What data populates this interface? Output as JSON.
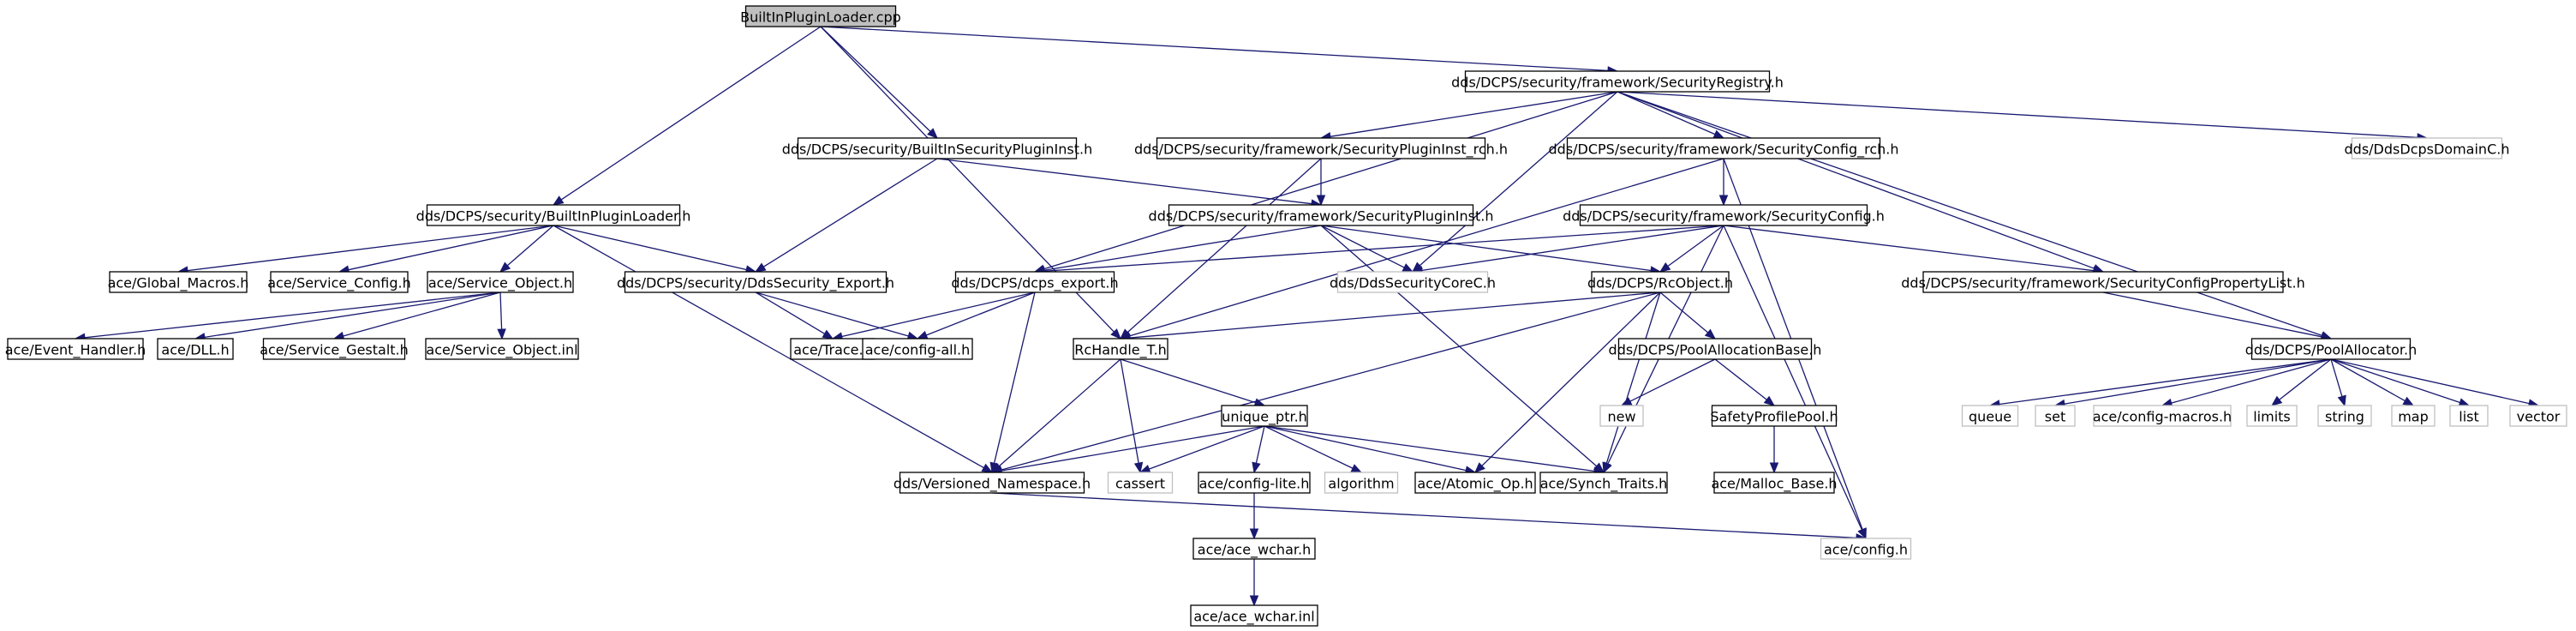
{
  "colors": {
    "edge": "#191970",
    "root_fill": "#bfbfbf",
    "node_border": "#000000",
    "external_border": "#bfbfbf"
  },
  "nodes": [
    {
      "id": "root",
      "label": "BuiltInPluginLoader.cpp",
      "kind": "root"
    },
    {
      "id": "securityregistry_h",
      "label": "dds/DCPS/security/framework/SecurityRegistry.h",
      "kind": "normal"
    },
    {
      "id": "builtinsecuritypluginst_h",
      "label": "dds/DCPS/security/BuiltInSecurityPluginInst.h",
      "kind": "normal"
    },
    {
      "id": "securitypluginst_rch_h",
      "label": "dds/DCPS/security/framework/SecurityPluginInst_rch.h",
      "kind": "normal"
    },
    {
      "id": "securityconfig_rch_h",
      "label": "dds/DCPS/security/framework/SecurityConfig_rch.h",
      "kind": "normal"
    },
    {
      "id": "ddsdcpsdomainc_h",
      "label": "dds/DdsDcpsDomainC.h",
      "kind": "external"
    },
    {
      "id": "builtinpluginloader_h",
      "label": "dds/DCPS/security/BuiltInPluginLoader.h",
      "kind": "normal"
    },
    {
      "id": "securitypluginst_h",
      "label": "dds/DCPS/security/framework/SecurityPluginInst.h",
      "kind": "normal"
    },
    {
      "id": "securityconfig_h",
      "label": "dds/DCPS/security/framework/SecurityConfig.h",
      "kind": "normal"
    },
    {
      "id": "global_macros_h",
      "label": "ace/Global_Macros.h",
      "kind": "normal"
    },
    {
      "id": "service_config_h",
      "label": "ace/Service_Config.h",
      "kind": "normal"
    },
    {
      "id": "service_object_h",
      "label": "ace/Service_Object.h",
      "kind": "normal"
    },
    {
      "id": "ddssecurity_export_h",
      "label": "dds/DCPS/security/DdsSecurity_Export.h",
      "kind": "normal"
    },
    {
      "id": "dcps_export_h",
      "label": "dds/DCPS/dcps_export.h",
      "kind": "normal"
    },
    {
      "id": "ddssecuritycorec_h",
      "label": "dds/DdsSecurityCoreC.h",
      "kind": "external"
    },
    {
      "id": "rcobject_h",
      "label": "dds/DCPS/RcObject.h",
      "kind": "normal"
    },
    {
      "id": "securityconfigpropertylist_h",
      "label": "dds/DCPS/security/framework/SecurityConfigPropertyList.h",
      "kind": "normal"
    },
    {
      "id": "event_handler_h",
      "label": "ace/Event_Handler.h",
      "kind": "normal"
    },
    {
      "id": "dll_h",
      "label": "ace/DLL.h",
      "kind": "normal"
    },
    {
      "id": "service_gestalt_h",
      "label": "ace/Service_Gestalt.h",
      "kind": "normal"
    },
    {
      "id": "service_object_inl",
      "label": "ace/Service_Object.inl",
      "kind": "normal"
    },
    {
      "id": "trace_h",
      "label": "ace/Trace.h",
      "kind": "normal"
    },
    {
      "id": "config_all_h",
      "label": "ace/config-all.h",
      "kind": "normal"
    },
    {
      "id": "rchandle_t_h",
      "label": "RcHandle_T.h",
      "kind": "normal"
    },
    {
      "id": "poolallocationbase_h",
      "label": "dds/DCPS/PoolAllocationBase.h",
      "kind": "normal"
    },
    {
      "id": "poolallocator_h",
      "label": "dds/DCPS/PoolAllocator.h",
      "kind": "normal"
    },
    {
      "id": "unique_ptr_h",
      "label": "unique_ptr.h",
      "kind": "normal"
    },
    {
      "id": "new",
      "label": "new",
      "kind": "external"
    },
    {
      "id": "safetyprofilepool_h",
      "label": "SafetyProfilePool.h",
      "kind": "normal"
    },
    {
      "id": "queue",
      "label": "queue",
      "kind": "external"
    },
    {
      "id": "set",
      "label": "set",
      "kind": "external"
    },
    {
      "id": "config_macros_h",
      "label": "ace/config-macros.h",
      "kind": "external"
    },
    {
      "id": "limits",
      "label": "limits",
      "kind": "external"
    },
    {
      "id": "string",
      "label": "string",
      "kind": "external"
    },
    {
      "id": "map",
      "label": "map",
      "kind": "external"
    },
    {
      "id": "list",
      "label": "list",
      "kind": "external"
    },
    {
      "id": "vector",
      "label": "vector",
      "kind": "external"
    },
    {
      "id": "versioned_namespace_h",
      "label": "dds/Versioned_Namespace.h",
      "kind": "normal"
    },
    {
      "id": "cassert",
      "label": "cassert",
      "kind": "external"
    },
    {
      "id": "config_lite_h",
      "label": "ace/config-lite.h",
      "kind": "normal"
    },
    {
      "id": "algorithm",
      "label": "algorithm",
      "kind": "external"
    },
    {
      "id": "atomic_op_h",
      "label": "ace/Atomic_Op.h",
      "kind": "normal"
    },
    {
      "id": "synch_traits_h",
      "label": "ace/Synch_Traits.h",
      "kind": "normal"
    },
    {
      "id": "malloc_base_h",
      "label": "ace/Malloc_Base.h",
      "kind": "normal"
    },
    {
      "id": "config_h",
      "label": "ace/config.h",
      "kind": "external"
    },
    {
      "id": "ace_wchar_h",
      "label": "ace/ace_wchar.h",
      "kind": "normal"
    },
    {
      "id": "ace_wchar_inl",
      "label": "ace/ace_wchar.inl",
      "kind": "normal"
    }
  ],
  "edges": [
    [
      "root",
      "securityregistry_h"
    ],
    [
      "root",
      "builtinsecuritypluginst_h"
    ],
    [
      "root",
      "builtinpluginloader_h"
    ],
    [
      "root",
      "rchandle_t_h"
    ],
    [
      "securityregistry_h",
      "securitypluginst_rch_h"
    ],
    [
      "securityregistry_h",
      "securityconfig_rch_h"
    ],
    [
      "securityregistry_h",
      "ddsdcpsdomainc_h"
    ],
    [
      "securityregistry_h",
      "dcps_export_h"
    ],
    [
      "securityregistry_h",
      "ddssecuritycorec_h"
    ],
    [
      "securityregistry_h",
      "securityconfigpropertylist_h"
    ],
    [
      "securityregistry_h",
      "poolallocator_h"
    ],
    [
      "builtinsecuritypluginst_h",
      "securitypluginst_h"
    ],
    [
      "builtinsecuritypluginst_h",
      "ddssecurity_export_h"
    ],
    [
      "securitypluginst_rch_h",
      "securitypluginst_h"
    ],
    [
      "securitypluginst_rch_h",
      "rchandle_t_h"
    ],
    [
      "securityconfig_rch_h",
      "securityconfig_h"
    ],
    [
      "securityconfig_rch_h",
      "rchandle_t_h"
    ],
    [
      "securityconfig_rch_h",
      "config_h"
    ],
    [
      "builtinpluginloader_h",
      "global_macros_h"
    ],
    [
      "builtinpluginloader_h",
      "service_config_h"
    ],
    [
      "builtinpluginloader_h",
      "service_object_h"
    ],
    [
      "builtinpluginloader_h",
      "ddssecurity_export_h"
    ],
    [
      "builtinpluginloader_h",
      "versioned_namespace_h"
    ],
    [
      "securitypluginst_h",
      "dcps_export_h"
    ],
    [
      "securitypluginst_h",
      "ddssecuritycorec_h"
    ],
    [
      "securitypluginst_h",
      "rcobject_h"
    ],
    [
      "securitypluginst_h",
      "synch_traits_h"
    ],
    [
      "securityconfig_h",
      "dcps_export_h"
    ],
    [
      "securityconfig_h",
      "ddssecuritycorec_h"
    ],
    [
      "securityconfig_h",
      "rcobject_h"
    ],
    [
      "securityconfig_h",
      "securityconfigpropertylist_h"
    ],
    [
      "securityconfig_h",
      "synch_traits_h"
    ],
    [
      "securityconfig_h",
      "config_h"
    ],
    [
      "service_object_h",
      "event_handler_h"
    ],
    [
      "service_object_h",
      "dll_h"
    ],
    [
      "service_object_h",
      "service_gestalt_h"
    ],
    [
      "service_object_h",
      "service_object_inl"
    ],
    [
      "ddssecurity_export_h",
      "trace_h"
    ],
    [
      "ddssecurity_export_h",
      "config_all_h"
    ],
    [
      "dcps_export_h",
      "trace_h"
    ],
    [
      "dcps_export_h",
      "config_all_h"
    ],
    [
      "dcps_export_h",
      "versioned_namespace_h"
    ],
    [
      "rcobject_h",
      "rchandle_t_h"
    ],
    [
      "rcobject_h",
      "poolallocationbase_h"
    ],
    [
      "rcobject_h",
      "atomic_op_h"
    ],
    [
      "rcobject_h",
      "synch_traits_h"
    ],
    [
      "rcobject_h",
      "versioned_namespace_h"
    ],
    [
      "securityconfigpropertylist_h",
      "poolallocator_h"
    ],
    [
      "rchandle_t_h",
      "unique_ptr_h"
    ],
    [
      "rchandle_t_h",
      "versioned_namespace_h"
    ],
    [
      "rchandle_t_h",
      "cassert"
    ],
    [
      "poolallocationbase_h",
      "new"
    ],
    [
      "poolallocationbase_h",
      "safetyprofilepool_h"
    ],
    [
      "poolallocator_h",
      "queue"
    ],
    [
      "poolallocator_h",
      "set"
    ],
    [
      "poolallocator_h",
      "config_macros_h"
    ],
    [
      "poolallocator_h",
      "limits"
    ],
    [
      "poolallocator_h",
      "string"
    ],
    [
      "poolallocator_h",
      "map"
    ],
    [
      "poolallocator_h",
      "list"
    ],
    [
      "poolallocator_h",
      "vector"
    ],
    [
      "unique_ptr_h",
      "versioned_namespace_h"
    ],
    [
      "unique_ptr_h",
      "cassert"
    ],
    [
      "unique_ptr_h",
      "config_lite_h"
    ],
    [
      "unique_ptr_h",
      "algorithm"
    ],
    [
      "unique_ptr_h",
      "atomic_op_h"
    ],
    [
      "unique_ptr_h",
      "synch_traits_h"
    ],
    [
      "safetyprofilepool_h",
      "malloc_base_h"
    ],
    [
      "versioned_namespace_h",
      "config_h"
    ],
    [
      "config_lite_h",
      "ace_wchar_h"
    ],
    [
      "ace_wchar_h",
      "ace_wchar_inl"
    ]
  ]
}
